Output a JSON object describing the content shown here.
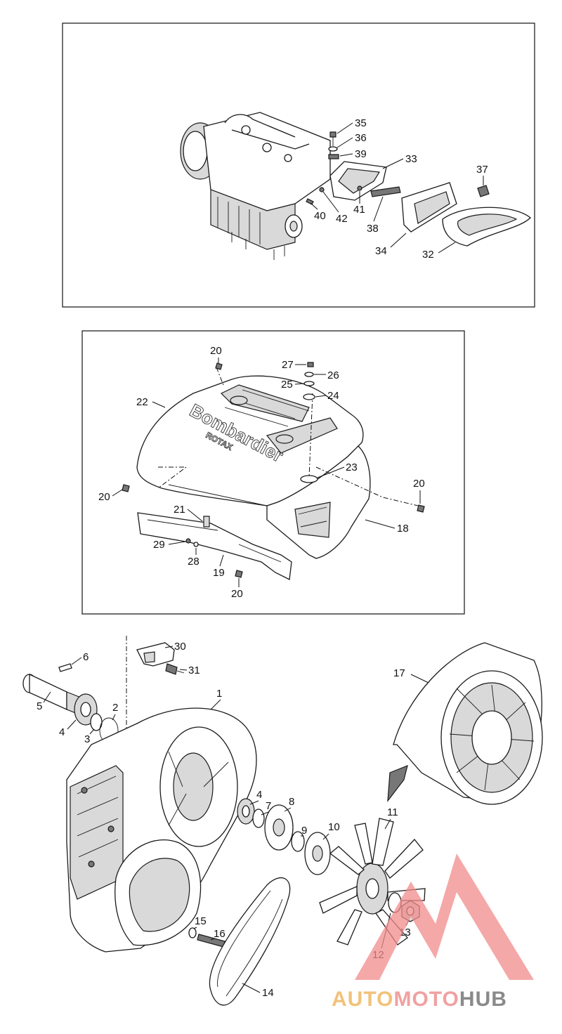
{
  "panels": [
    {
      "id": "top",
      "callouts": [
        "35",
        "36",
        "39",
        "33",
        "37",
        "40",
        "42",
        "41",
        "38",
        "34",
        "32"
      ]
    },
    {
      "id": "middle",
      "callouts": [
        "20",
        "27",
        "26",
        "25",
        "24",
        "22",
        "23",
        "20",
        "18",
        "21",
        "29",
        "28",
        "19",
        "20",
        "20"
      ]
    },
    {
      "id": "bottom",
      "callouts": [
        "30",
        "6",
        "31",
        "5",
        "2",
        "4",
        "3",
        "1",
        "17",
        "4",
        "8",
        "7",
        "9",
        "10",
        "11",
        "13",
        "12",
        "15",
        "16",
        "14"
      ]
    }
  ],
  "engraving": {
    "brand": "Bombardier",
    "sub": "ROTAX"
  },
  "watermark": {
    "part1": "AUTO",
    "part2": "MOTO",
    "part3": "HUB",
    "colors": {
      "auto": "#f2c27a",
      "moto": "#f0a1a1",
      "hub": "#8a8a8a",
      "logo": "#f28b8b"
    }
  }
}
